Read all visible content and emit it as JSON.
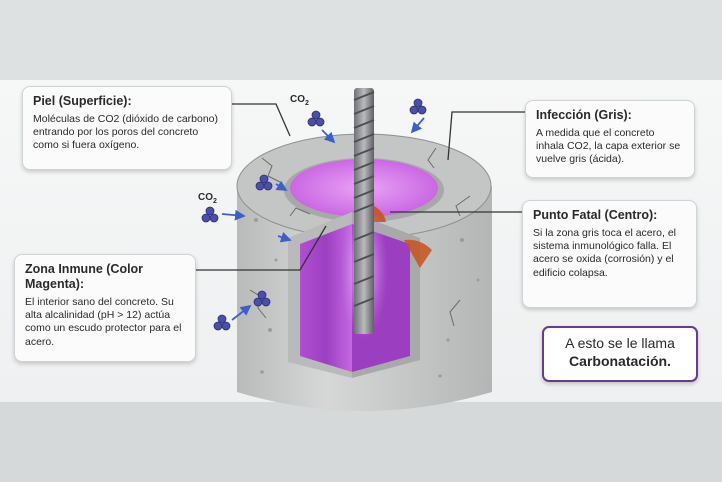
{
  "callouts": {
    "piel": {
      "title": "Piel (Superficie):",
      "text": "Moléculas de CO2 (dióxido de carbono) entrando por los poros del concreto como si fuera oxígeno."
    },
    "infeccion": {
      "title": "Infección (Gris):",
      "text": "A medida que el concreto inhala CO2, la capa exterior se vuelve gris (ácida)."
    },
    "fatal": {
      "title": "Punto Fatal (Centro):",
      "text": "Si la zona gris toca el acero, el sistema inmunológico falla. El acero se oxida (corrosión) y el edificio colapsa."
    },
    "inmune": {
      "title": "Zona Inmune (Color Magenta):",
      "text": "El interior sano del concreto. Su alta alcalinidad (pH > 12) actúa como un escudo protector para el acero."
    }
  },
  "co2_labels": {
    "top": "CO",
    "left": "CO",
    "subscript": "2"
  },
  "banner": {
    "line1": "A esto se le llama",
    "line2": "Carbonatación."
  },
  "colors": {
    "magenta": "#b44fd6",
    "concrete": "#c9cbcb",
    "rust": "#c7541f",
    "molecule": "#4a4fa8",
    "banner_border": "#6a3a8c"
  }
}
